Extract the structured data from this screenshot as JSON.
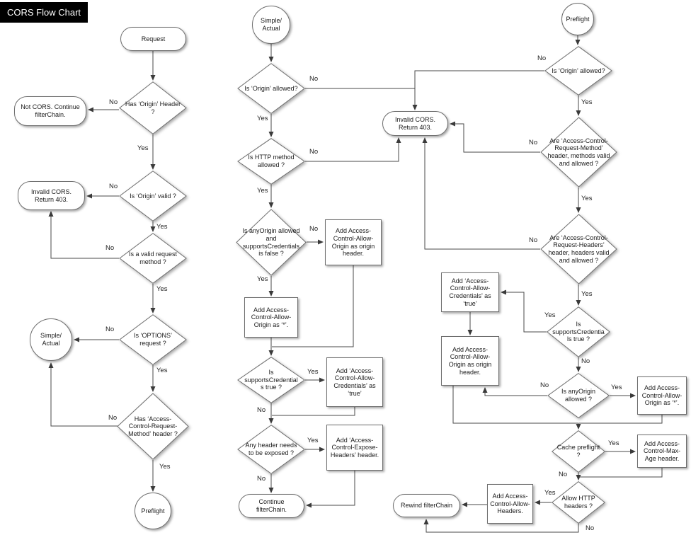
{
  "title": "CORS Flow Chart",
  "labels": {
    "yes": "Yes",
    "no": "No"
  },
  "nodes": {
    "request": "Request",
    "has_origin_header": "Has ‘Origin’ Header ?",
    "not_cors": "Not CORS. Continue filterChain.",
    "is_origin_valid": "Is ‘Origin’ valid ?",
    "invalid_cors_left": "Invalid CORS.\nReturn 403.",
    "is_valid_request_method": "Is a valid request method ?",
    "is_options_request": "Is ‘OPTIONS’ request ?",
    "simple_actual_left": "Simple/\nActual",
    "has_acrm_header": "Has ‘Access-Control-Request-Method’ header ?",
    "preflight_left": "Preflight",
    "simple_actual_mid": "Simple/\nActual",
    "mid_is_origin_allowed": "Is ‘Origin’ allowed?",
    "invalid_cors_mid": "Invalid CORS.\nReturn 403.",
    "mid_is_method_allowed": "Is HTTP method allowed ?",
    "mid_anyorigin_cred": "Is anyOrigin allowed and supportsCredentials is false ?",
    "mid_add_origin_header": "Add Access-Control-Allow-Origin as origin header.",
    "mid_add_origin_star": "Add Access-Control-Allow-Origin as ‘*’.",
    "mid_is_supportscred": "Is supportsCredentials true ?",
    "mid_add_credentials": "Add ‘Access-Control-Allow-Credentials’ as ‘true’",
    "mid_any_header_exposed": "Any header needs to be exposed ?",
    "mid_add_expose": "Add ‘Access-Control-Expose-Headers’ header.",
    "continue_filterchain": "Continue filterChain.",
    "preflight_right": "Preflight",
    "r_is_origin_allowed": "Is ‘Origin’ allowed?",
    "r_acrm_valid": "Are ‘Access-Control-Request-Method’ header, methods valid and allowed ?",
    "r_acrh_valid": "Are ‘Access-Control-Request-Headers’ header, headers valid and allowed ?",
    "r_is_supportscred": "Is supportsCredentials true ?",
    "r_add_credentials": "Add ‘Access-Control-Allow-Credentials’ as ‘true’",
    "r_add_origin_header": "Add Access-Control-Allow-Origin as origin header.",
    "r_is_anyorigin": "Is anyOrigin allowed ?",
    "r_add_origin_star": "Add Access-Control-Allow-Origin as ‘*’.",
    "cache_preflight": "Cache preflight ?",
    "r_add_max_age": "Add Access-Control-Max-Age header.",
    "allow_http_headers": "Allow HTTP headers ?",
    "r_add_allow_headers": "Add Access-Control-Allow-Headers.",
    "rewind_filterchain": "Rewind filterChain"
  }
}
